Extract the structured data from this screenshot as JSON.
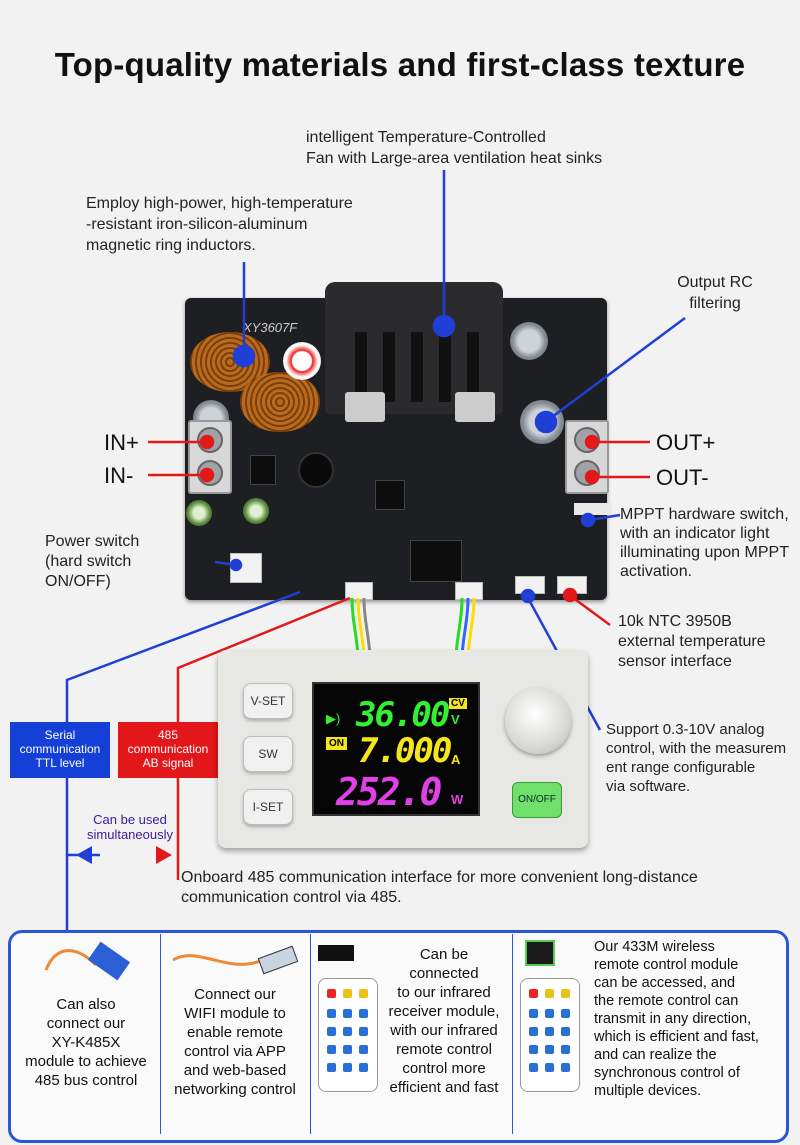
{
  "title": "Top-quality materials and first-class texture",
  "annotations": {
    "fan": "intelligent Temperature-Controlled\nFan with Large-area ventilation heat sinks",
    "inductors": "Employ high-power, high-temperature\n-resistant iron-silicon-aluminum\nmagnetic ring inductors.",
    "output_rc": "Output RC\nfiltering",
    "mppt": "MPPT hardware switch,\nwith an indicator light\nilluminating upon MPPT\nactivation.",
    "ntc": "10k NTC 3950B\n external temperature\nsensor interface",
    "analog": "Support 0.3-10V analog\ncontrol, with the measurem\nent range configurable\nvia software.",
    "power_switch": "Power switch\n(hard switch\nON/OFF)",
    "onboard_485": "Onboard 485 communication interface for more convenient long-distance\ncommunication control via 485.",
    "simultaneous": "Can be used\nsimultaneously"
  },
  "pins": {
    "in_plus": "IN+",
    "in_minus": "IN-",
    "out_plus": "OUT+",
    "out_minus": "OUT-"
  },
  "board_model": "XY3607F",
  "tags": {
    "serial": "Serial\ncommunication\nTTL level",
    "rs485": "485\ncommunication\nAB signal"
  },
  "panel": {
    "vset": "V-SET",
    "sw": "SW",
    "iset": "I-SET",
    "onoff": "ON/OFF",
    "voltage": "36.00",
    "voltage_unit": "V",
    "mode": "CV",
    "current": "7.000",
    "current_unit": "A",
    "power": "252.0",
    "power_unit": "W",
    "on_badge": "ON"
  },
  "bottom": {
    "cell1": "Can also\nconnect our\nXY-K485X\nmodule to achieve\n485 bus control",
    "cell2": "Connect our\nWIFI module to\nenable remote\ncontrol via APP\nand web-based\nnetworking control",
    "cell3": "Can be\nconnected\nto our infrared\nreceiver module,\nwith our infrared\nremote control\ncontrol more\nefficient and fast",
    "cell4": "Our 433M wireless\nremote control module\ncan be accessed, and\nthe remote control can\ntransmit in any direction,\nwhich is efficient and fast,\n and can realize the\nsynchronous control of\nmultiple devices."
  },
  "colors": {
    "red": "#e31919",
    "blue": "#1f3fd6",
    "tag_blue": "#1540d8",
    "tag_red": "#e3161a",
    "lcd_green": "#33f033",
    "lcd_yellow": "#f5e61a",
    "lcd_magenta": "#e040e8"
  }
}
